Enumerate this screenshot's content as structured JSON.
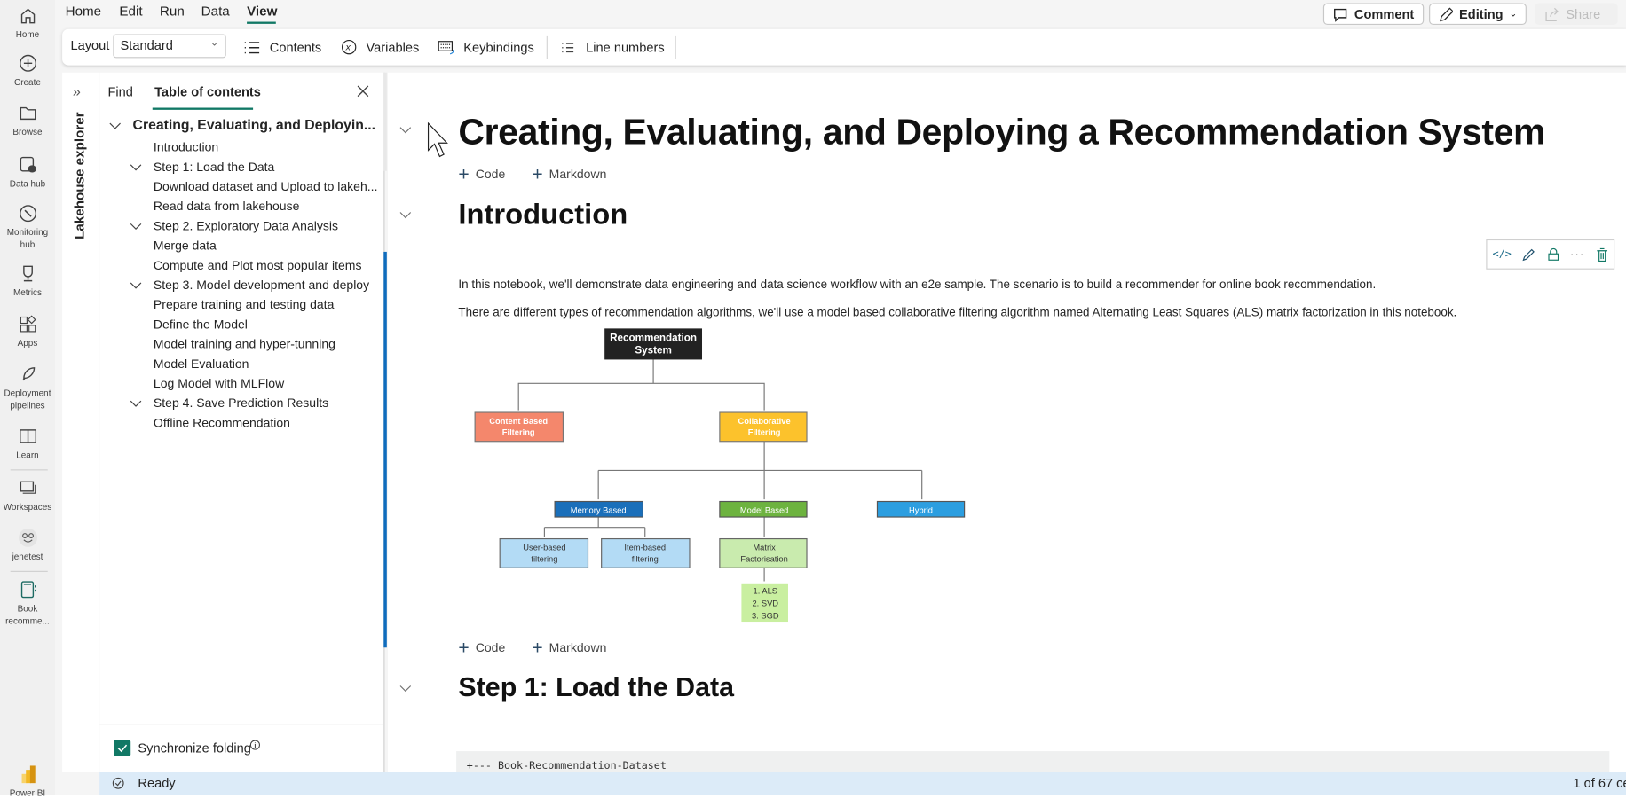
{
  "rail": {
    "items": [
      {
        "label": "Home",
        "icon": "home-icon"
      },
      {
        "label": "Create",
        "icon": "plus-circle-icon"
      },
      {
        "label": "Browse",
        "icon": "folder-icon"
      },
      {
        "label": "Data hub",
        "icon": "data-hub-icon"
      },
      {
        "label": "Monitoring",
        "label2": "hub",
        "icon": "monitoring-icon"
      },
      {
        "label": "Metrics",
        "icon": "trophy-icon"
      },
      {
        "label": "Apps",
        "icon": "apps-icon"
      },
      {
        "label": "Deployment",
        "label2": "pipelines",
        "icon": "rocket-icon"
      },
      {
        "label": "Learn",
        "icon": "book-open-icon"
      },
      {
        "label": "Workspaces",
        "icon": "workspaces-icon"
      },
      {
        "label": "jenetest",
        "icon": "group-icon"
      },
      {
        "label": "Book",
        "label2": "recomme...",
        "icon": "notebook-icon"
      },
      {
        "label": "Power BI",
        "icon": "powerbi-icon"
      }
    ]
  },
  "menu": {
    "items": [
      "Home",
      "Edit",
      "Run",
      "Data",
      "View"
    ],
    "active": "View"
  },
  "ribbon": {
    "layout_label": "Layout",
    "layout_value": "Standard",
    "contents": "Contents",
    "variables": "Variables",
    "keybindings": "Keybindings",
    "line_numbers": "Line numbers"
  },
  "header": {
    "comment": "Comment",
    "editing": "Editing",
    "share": "Share"
  },
  "explorer": {
    "label": "Lakehouse explorer"
  },
  "toc": {
    "tab_find": "Find",
    "tab_toc": "Table of contents",
    "root": "Creating, Evaluating, and Deployin...",
    "items": [
      {
        "label": "Introduction",
        "chevron": false
      },
      {
        "label": "Step 1: Load the Data",
        "chevron": true
      },
      {
        "label": "Download dataset and Upload to lakeh...",
        "chevron": false
      },
      {
        "label": "Read data from lakehouse",
        "chevron": false
      },
      {
        "label": "Step 2. Exploratory Data Analysis",
        "chevron": true
      },
      {
        "label": "Merge data",
        "chevron": false
      },
      {
        "label": "Compute and Plot most popular items",
        "chevron": false
      },
      {
        "label": "Step 3. Model development and deploy",
        "chevron": true
      },
      {
        "label": "Prepare training and testing data",
        "chevron": false
      },
      {
        "label": "Define the Model",
        "chevron": false
      },
      {
        "label": "Model training and hyper-tunning",
        "chevron": false
      },
      {
        "label": "Model Evaluation",
        "chevron": false
      },
      {
        "label": "Log Model with MLFlow",
        "chevron": false
      },
      {
        "label": "Step 4. Save Prediction Results",
        "chevron": true
      },
      {
        "label": "Offline Recommendation",
        "chevron": false
      }
    ],
    "sync_label": "Synchronize folding",
    "sync_checked": true
  },
  "notebook": {
    "title": "Creating, Evaluating, and Deploying a Recommendation System",
    "add_code": "Code",
    "add_markdown": "Markdown",
    "intro_heading": "Introduction",
    "para1": "In this notebook, we'll demonstrate data engineering and data science workflow with an e2e sample. The scenario is to build a recommender for online book recommendation.",
    "para2": "There are different types of recommendation algorithms, we'll use a model based collaborative filtering algorithm named Alternating Least Squares (ALS) matrix factorization in this notebook.",
    "step1_heading": "Step 1: Load the Data",
    "code_line": "+--- Book-Recommendation-Dataset",
    "diagram": {
      "root": [
        "Recommendation",
        "System"
      ],
      "content": [
        "Content Based",
        "Filtering"
      ],
      "collab": [
        "Collaborative",
        "Filtering"
      ],
      "memory": "Memory Based",
      "model": "Model Based",
      "hybrid": "Hybrid",
      "user": [
        "User-based",
        "filtering"
      ],
      "item": [
        "Item-based",
        "filtering"
      ],
      "matrix": [
        "Matrix",
        "Factorisation"
      ],
      "algos": [
        "1. ALS",
        "2. SVD",
        "3. SGD"
      ]
    }
  },
  "status": {
    "state": "Ready",
    "cells": "1 of 67 ce"
  },
  "colors": {
    "accent": "#117865",
    "active_bar": "#0f6cbd",
    "status_bg": "#dcebf8"
  }
}
